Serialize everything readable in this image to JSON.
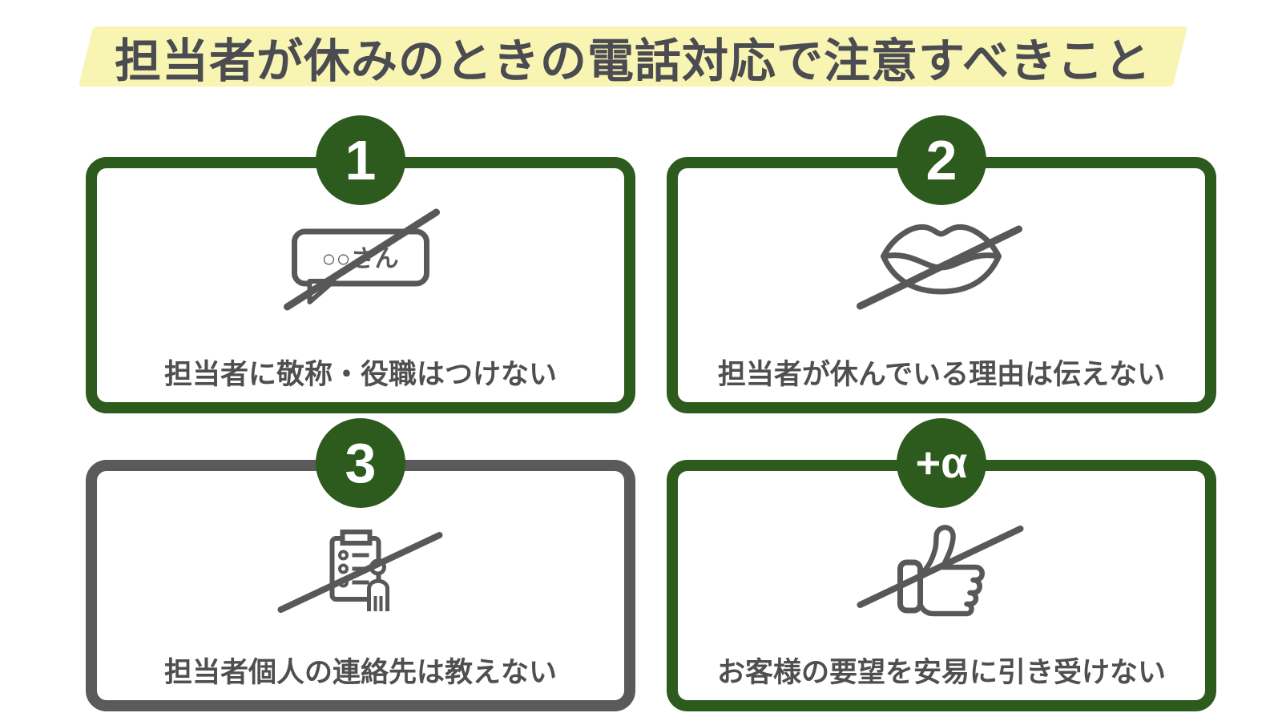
{
  "title": {
    "text": "担当者が休みのときの電話対応で注意すべきこと",
    "highlight_color": "#f8f5b2",
    "text_color": "#4b4b52"
  },
  "colors": {
    "accent_green": "#2d5a1d",
    "neutral_gray_border": "#5a5a5c",
    "icon_gray": "#58585a",
    "caption_gray": "#4f4f4f",
    "background": "#ffffff"
  },
  "cards": [
    {
      "badge": "1",
      "border_color": "green",
      "icon": "crossed-speech-bubble-icon",
      "icon_label": "○○さん",
      "caption": "担当者に敬称・役職はつけない"
    },
    {
      "badge": "2",
      "border_color": "green",
      "icon": "crossed-lips-icon",
      "caption": "担当者が休んでいる理由は伝えない"
    },
    {
      "badge": "3",
      "border_color": "gray",
      "icon": "crossed-contact-list-icon",
      "caption": "担当者個人の連絡先は教えない"
    },
    {
      "badge": "+α",
      "border_color": "green",
      "icon": "crossed-thumbs-up-icon",
      "caption": "お客様の要望を安易に引き受けない"
    }
  ]
}
